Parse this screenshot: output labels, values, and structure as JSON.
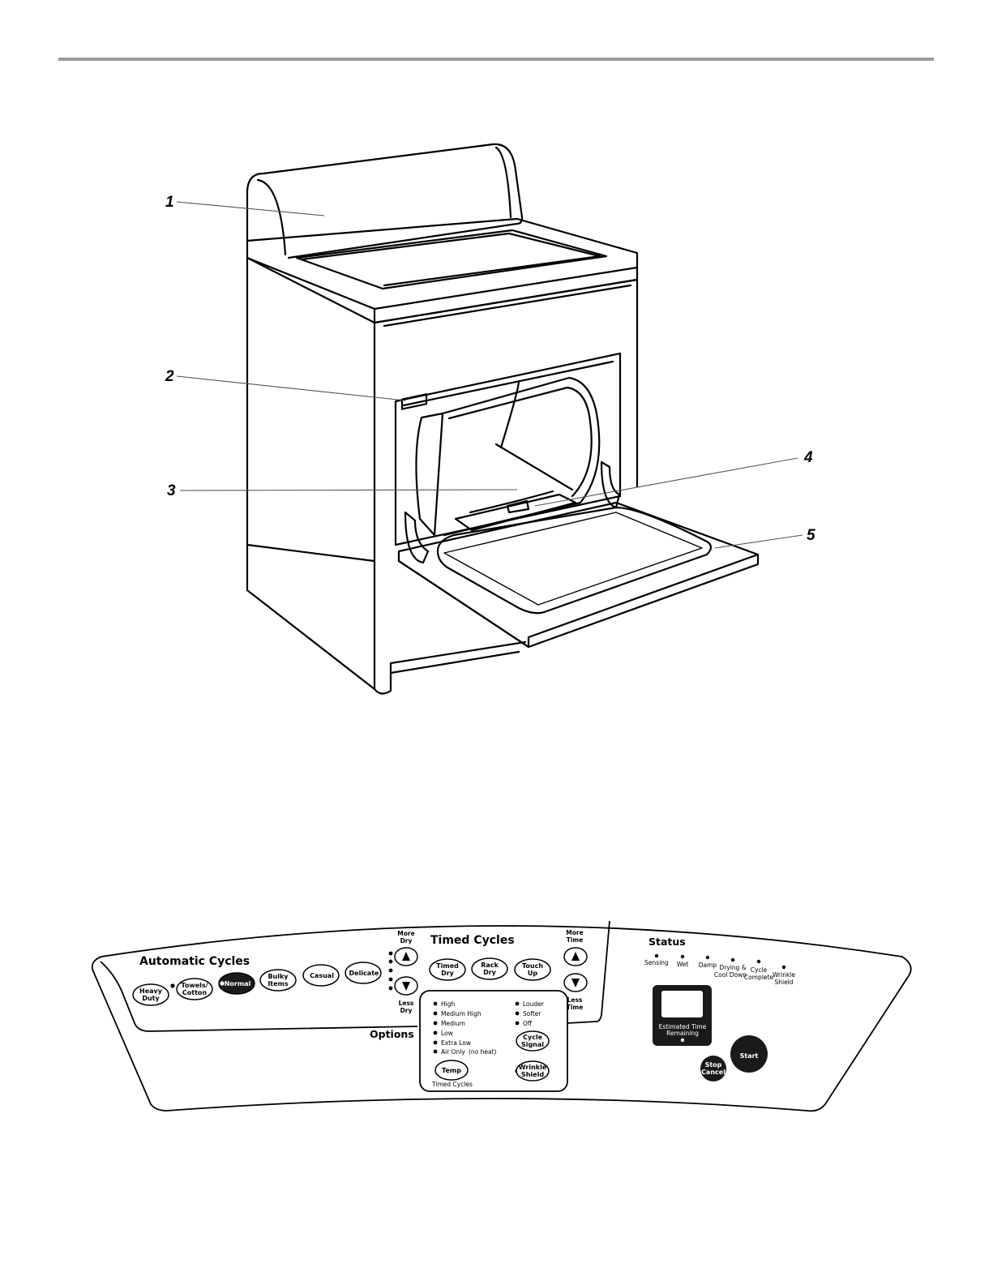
{
  "callouts": [
    "1",
    "2",
    "3",
    "4",
    "5"
  ],
  "panel": {
    "automatic_title": "Automatic Cycles",
    "automatic_buttons": [
      {
        "line1": "Heavy",
        "line2": "Duty"
      },
      {
        "line1": "Towels/",
        "line2": "Cotton"
      },
      {
        "line1": "Normal",
        "line2": ""
      },
      {
        "line1": "Bulky",
        "line2": "Items"
      },
      {
        "line1": "Casual",
        "line2": ""
      },
      {
        "line1": "Delicate",
        "line2": ""
      }
    ],
    "more_dry": {
      "line1": "More",
      "line2": "Dry"
    },
    "less_dry": {
      "line1": "Less",
      "line2": "Dry"
    },
    "timed_title": "Timed Cycles",
    "timed_buttons": [
      {
        "line1": "Timed",
        "line2": "Dry"
      },
      {
        "line1": "Rack",
        "line2": "Dry"
      },
      {
        "line1": "Touch",
        "line2": "Up"
      }
    ],
    "more_time": {
      "line1": "More",
      "line2": "Time"
    },
    "less_time": {
      "line1": "Less",
      "line2": "Time"
    },
    "options_title": "Options",
    "temp_levels": [
      "High",
      "Medium High",
      "Medium",
      "Low",
      "Extra Low",
      "Air Only"
    ],
    "air_only_note": "(no heat)",
    "temp_button": "Temp",
    "temp_caption": "Timed Cycles",
    "signal_levels": [
      "Louder",
      "Softer",
      "Off"
    ],
    "cycle_signal": {
      "line1": "Cycle",
      "line2": "Signal"
    },
    "wrinkle_shield": {
      "line1": "Wrinkle",
      "line2": "Shield"
    },
    "status_title": "Status",
    "status_items": [
      {
        "line1": "Sensing",
        "line2": ""
      },
      {
        "line1": "Wet",
        "line2": ""
      },
      {
        "line1": "Damp",
        "line2": ""
      },
      {
        "line1": "Drying &",
        "line2": "Cool Down"
      },
      {
        "line1": "Cycle",
        "line2": "Complete"
      },
      {
        "line1": "Wrinkle",
        "line2": "Shield"
      }
    ],
    "display_caption": {
      "line1": "Estimated Time",
      "line2": "Remaining"
    },
    "stop_cancel": {
      "line1": "Stop",
      "line2": "Cancel"
    },
    "start": "Start"
  },
  "icons": {
    "arrow_up": "triangle-up",
    "arrow_down": "triangle-down"
  },
  "colors": {
    "rule": "#9a9a9a",
    "ink": "#000000",
    "dark_button": "#1a1a1a"
  }
}
